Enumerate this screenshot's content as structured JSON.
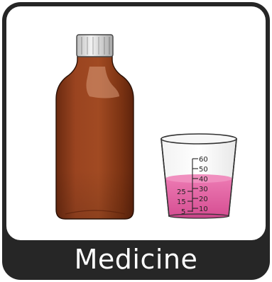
{
  "card": {
    "label": "Medicine",
    "frame_color": "#262626",
    "background_color": "#ffffff"
  },
  "bottle": {
    "icon": "medicine-bottle-icon",
    "glass_color": "#8a3a1a",
    "cap_color": "#e6e6e6"
  },
  "cup": {
    "icon": "measuring-cup-icon",
    "liquid_color": "#e0609e",
    "marks_right": [
      "60",
      "50",
      "40",
      "30",
      "20",
      "10"
    ],
    "marks_left": [
      "25",
      "15",
      "5"
    ]
  }
}
